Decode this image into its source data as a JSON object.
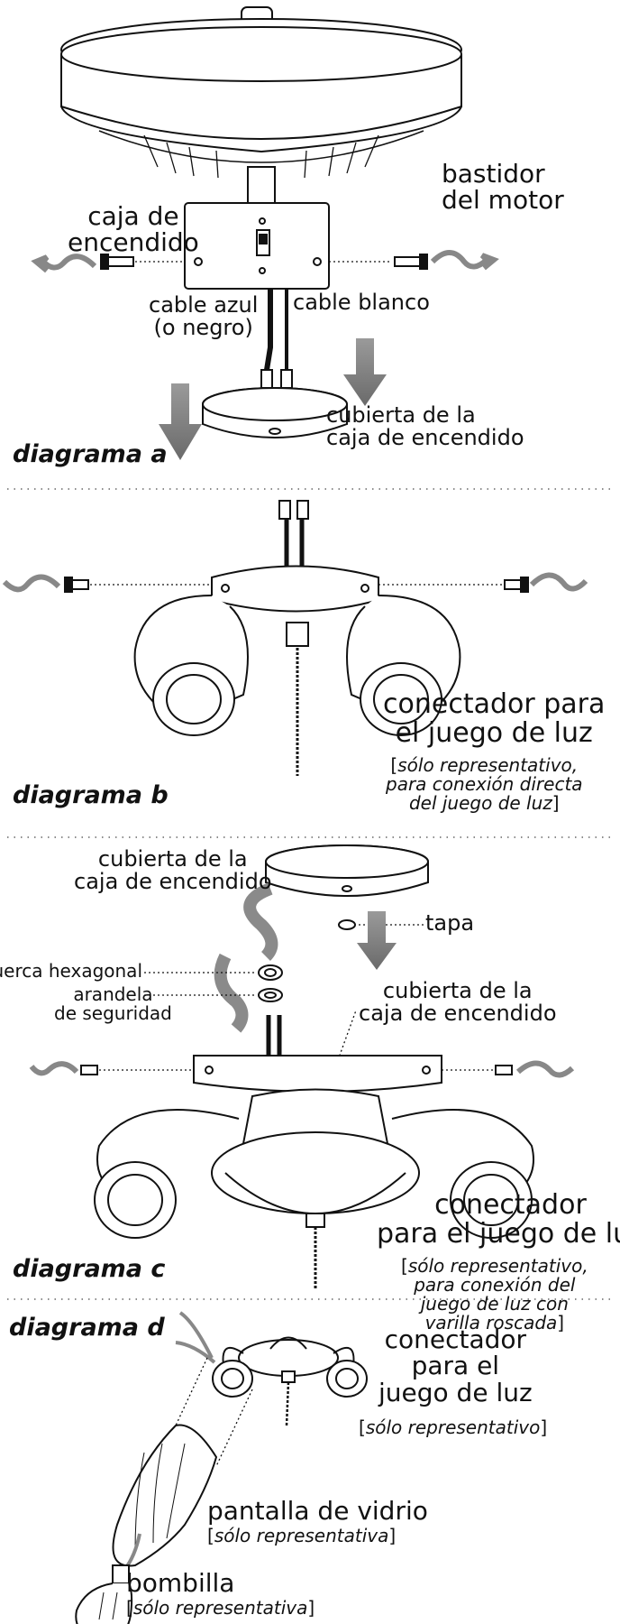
{
  "diagram_a": {
    "title": "diagrama a",
    "motor_housing": [
      "bastidor",
      "del motor"
    ],
    "switch_housing": [
      "caja de",
      "encendido"
    ],
    "blue_wire": [
      "cable azul",
      "(o negro)"
    ],
    "white_wire": "cable blanco",
    "switch_housing_cap": [
      "cubierta de la",
      "caja de encendido"
    ]
  },
  "diagram_b": {
    "title": "diagrama b",
    "light_kit_adapter": [
      "conectador para",
      "el juego de luz"
    ],
    "note": [
      "[",
      "sólo representativo,",
      "para conexión directa",
      "del juego de luz",
      "]"
    ]
  },
  "diagram_c": {
    "title": "diagrama c",
    "switch_housing_cap_top": [
      "cubierta de la",
      "caja de encendido"
    ],
    "cap": "tapa",
    "hex_nut": "tuerca hexagonal",
    "lock_washer": [
      "arandela",
      "de seguridad"
    ],
    "switch_housing_cap_side": [
      "cubierta de la",
      "caja de encendido"
    ],
    "light_kit_adapter": [
      "conectador",
      "para el juego de luz"
    ],
    "note": [
      "[",
      "sólo representativo,",
      "para conexión del",
      "juego de luz con",
      "varilla roscada",
      "]"
    ]
  },
  "diagram_d": {
    "title": "diagrama d",
    "light_kit_adapter": [
      "conectador",
      "para el",
      "juego de luz"
    ],
    "adapter_note": [
      "[",
      "sólo representativo",
      "]"
    ],
    "glass_shade": "pantalla de vidrio",
    "shade_note": [
      "[",
      "sólo representativa",
      "]"
    ],
    "bulb": "bombilla",
    "bulb_note": [
      "[",
      "sólo representativa",
      "]"
    ]
  },
  "colors": {
    "ink": "#111111",
    "arrow_gray": "#7a7a7a",
    "line": "#333333"
  }
}
